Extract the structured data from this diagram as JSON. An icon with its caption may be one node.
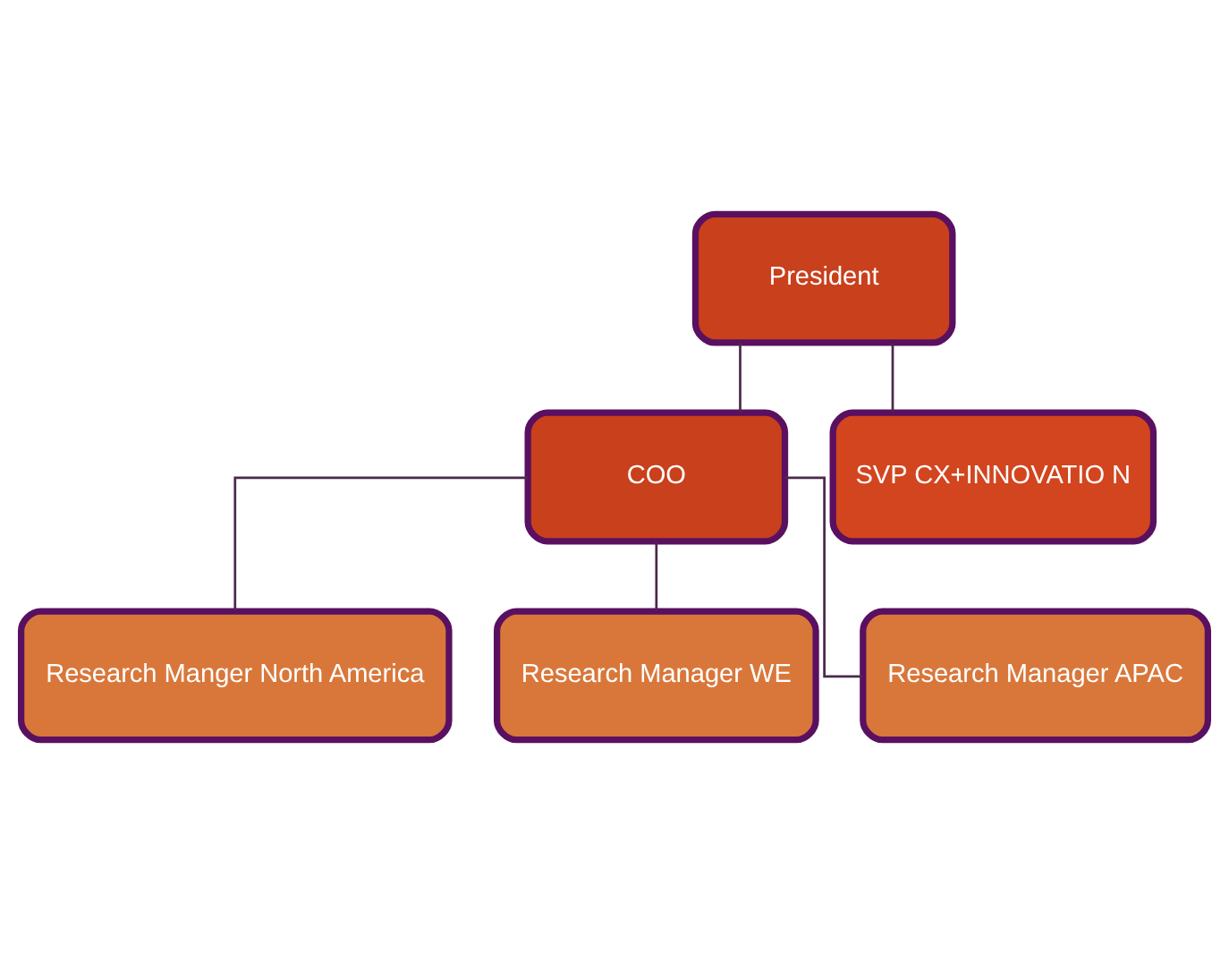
{
  "diagram": {
    "nodes": [
      {
        "text": [
          "President"
        ]
      },
      {
        "text": [
          "COO"
        ]
      },
      {
        "text": [
          "SVP CX+INNOVATIO N"
        ]
      },
      {
        "text": [
          "Research Manger North America"
        ]
      },
      {
        "text": [
          "Research Manager WE"
        ]
      },
      {
        "text": [
          "Research Manager APAC"
        ]
      }
    ],
    "edges": [
      {
        "from": 0,
        "to": 1,
        "arrow": "none"
      },
      {
        "from": 0,
        "to": 2,
        "arrow": "none"
      },
      {
        "from": 1,
        "to": 3,
        "arrow": "none"
      },
      {
        "from": 1,
        "to": 4,
        "arrow": "none"
      },
      {
        "from": 1,
        "to": 5,
        "arrow": "none"
      }
    ]
  }
}
